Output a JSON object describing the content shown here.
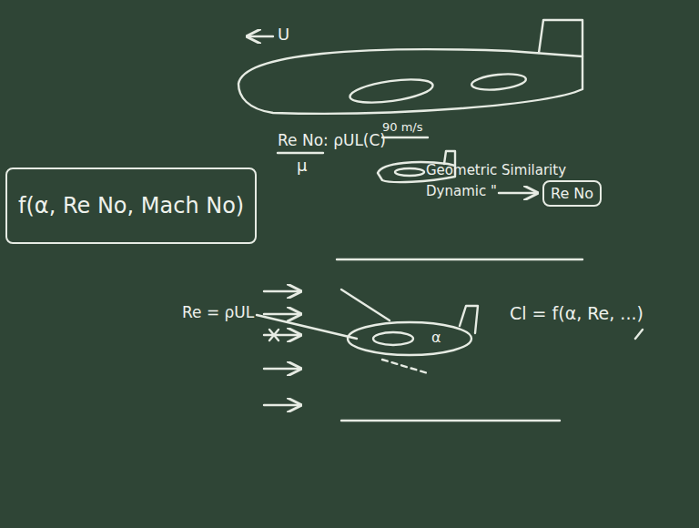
{
  "diagram": {
    "nodes": [
      {
        "text": [
          "f(α, Re No, Mach No)"
        ]
      },
      {
        "text": [
          "Re No"
        ]
      }
    ],
    "labels": [
      "U",
      "Re No: ρUL(C)",
      "μ",
      "90 m/s",
      "Geometric Similarity",
      "Dynamic \"",
      "Re = ρUL",
      "α",
      "Cl = f(α, Re, ...)"
    ]
  }
}
